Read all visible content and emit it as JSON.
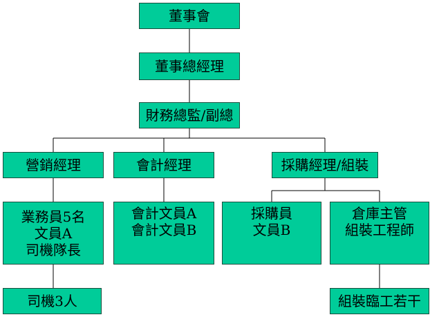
{
  "colors": {
    "box_fill": "#00cc99",
    "box_border": "#1a4d3d",
    "line": "#000000"
  },
  "nodes": {
    "board": {
      "lines": [
        "董事會"
      ]
    },
    "general_manager": {
      "lines": [
        "董事總經理"
      ]
    },
    "finance_director": {
      "lines": [
        "財務總監/副總"
      ]
    },
    "sales_manager": {
      "lines": [
        "營銷經理"
      ]
    },
    "accounting_manager": {
      "lines": [
        "會計經理"
      ]
    },
    "purchasing_manager": {
      "lines": [
        "採購經理/組裝"
      ]
    },
    "sales_staff": {
      "lines": [
        "業務員5名",
        "文員A",
        "司機隊長"
      ]
    },
    "accounting_staff": {
      "lines": [
        "會計文員A",
        "會計文員B"
      ]
    },
    "purchasing_staff": {
      "lines": [
        "採購員",
        "文員B"
      ]
    },
    "warehouse_assembly": {
      "lines": [
        "倉庫主管",
        "組裝工程師"
      ]
    },
    "drivers": {
      "lines": [
        "司機3人"
      ]
    },
    "assembly_workers": {
      "lines": [
        "組裝臨工若干"
      ]
    }
  }
}
